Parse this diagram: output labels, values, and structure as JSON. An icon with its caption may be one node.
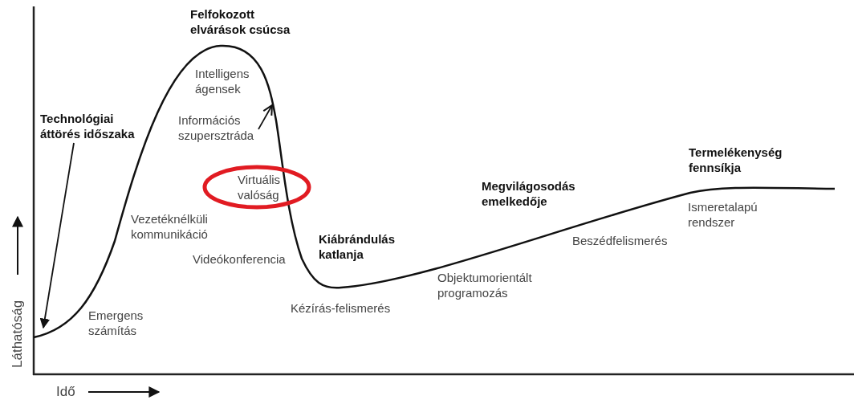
{
  "diagram": {
    "nodes": [
      {
        "text": [
          "Technológiai áttörés időszaka"
        ]
      },
      {
        "text": [
          "Információs szupersztráda"
        ]
      },
      {
        "text": [
          "Virtuális valóság"
        ]
      }
    ],
    "edges": [
      {
        "from": 0,
        "to": null,
        "arrow": "to"
      },
      {
        "from": 1,
        "to": null,
        "arrow": "to"
      }
    ],
    "labels": [
      "Felfokozott elvárások csúcsa",
      "Intelligens ágensek",
      "Termelékenység fennsíkja",
      "Megvilágosodás emelkedője",
      "Vezetéknélküli kommunikáció",
      "Kiábrándulás katlanja",
      "Videókonferencia",
      "Beszédfelismerés",
      "Ismeretalapú rendszer",
      "Objektumorientált programozás",
      "Emergens számítás",
      "Kézírás-felismerés",
      "Láthatóság",
      "Idő"
    ]
  }
}
